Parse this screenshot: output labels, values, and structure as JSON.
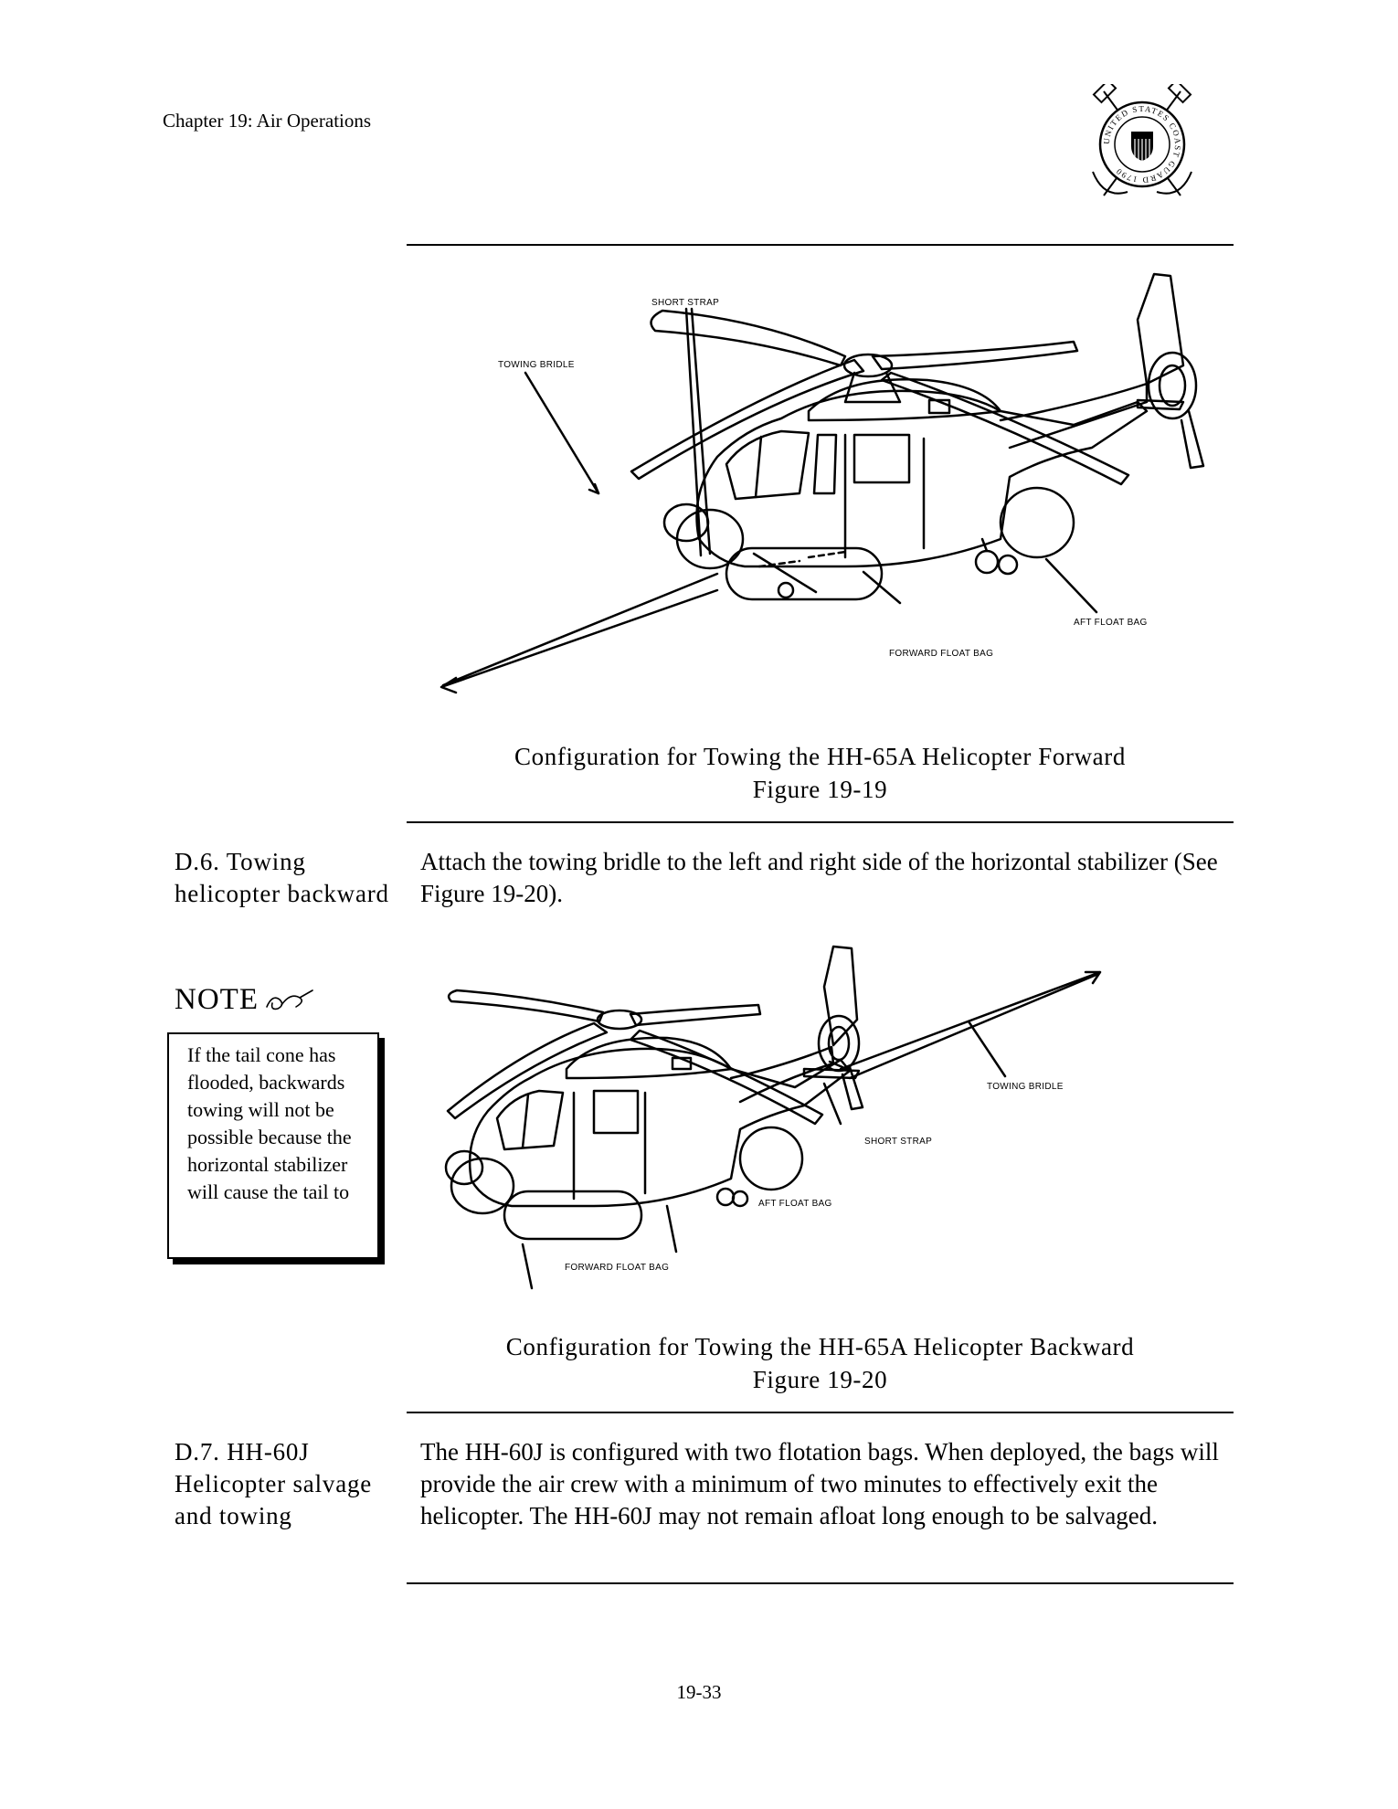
{
  "header": {
    "chapter": "Chapter 19:  Air Operations",
    "emblem_text": "UNITED STATES COAST GUARD 1790"
  },
  "figure_19_19": {
    "labels": {
      "short_strap": "SHORT STRAP",
      "towing_bridle": "TOWING BRIDLE",
      "aft_float_bag": "AFT FLOAT BAG",
      "forward_float_bag": "FORWARD FLOAT BAG"
    },
    "caption": "Configuration for Towing the HH-65A Helicopter Forward",
    "number": "Figure 19-19"
  },
  "section_d6": {
    "heading": "D.6.  Towing helicopter backward",
    "body": "Attach the towing bridle to the left and right side of the horizontal stabilizer (See Figure 19-20)."
  },
  "note": {
    "title": "NOTE",
    "icon": "writing-hand-icon",
    "text": "If the tail cone has flooded, backwards towing will not be possible because the horizontal stabilizer will cause the tail to"
  },
  "figure_19_20": {
    "labels": {
      "towing_bridle": "TOWING BRIDLE",
      "short_strap": "SHORT STRAP",
      "aft_float_bag": "AFT FLOAT BAG",
      "forward_float_bag": "FORWARD FLOAT BAG"
    },
    "caption": "Configuration for Towing the HH-65A Helicopter Backward",
    "number": "Figure 19-20"
  },
  "section_d7": {
    "heading": "D.7.  HH-60J Helicopter salvage and towing",
    "body": "The HH-60J is configured with two flotation bags. When deployed, the bags will provide the air crew with a minimum of two minutes to effectively exit the helicopter. The HH-60J may not remain afloat long enough to be salvaged."
  },
  "footer": {
    "page_number": "19-33"
  }
}
